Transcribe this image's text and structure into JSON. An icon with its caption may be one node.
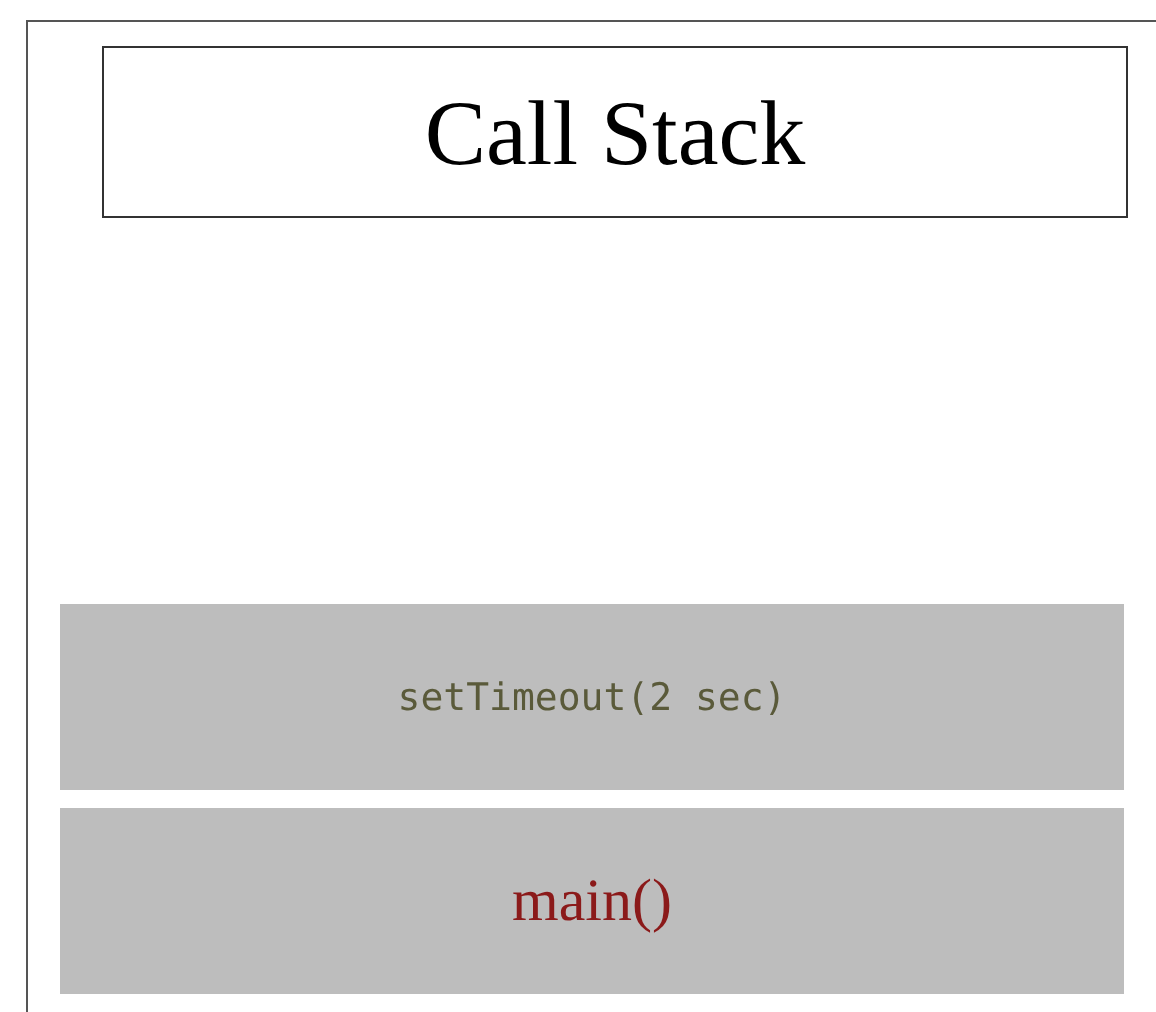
{
  "diagram": {
    "nodes": [
      {
        "text": [
          "Call Stack"
        ]
      },
      {
        "text": [
          "setTimeout(2 sec)"
        ]
      },
      {
        "text": [
          "main()"
        ]
      }
    ],
    "edges": []
  }
}
